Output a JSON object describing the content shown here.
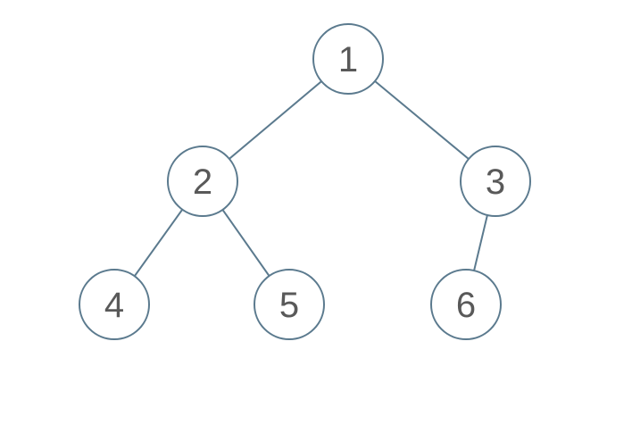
{
  "page": {
    "background": "#ffffff"
  },
  "tree": {
    "type": "binary-tree-diagram",
    "colors": {
      "stroke": "#5b7a8e",
      "node_fill": "#ffffff",
      "label_text": "#595959"
    },
    "nodes": [
      {
        "id": "1",
        "label": "1",
        "parent": null,
        "side": null
      },
      {
        "id": "2",
        "label": "2",
        "parent": "1",
        "side": "left"
      },
      {
        "id": "3",
        "label": "3",
        "parent": "1",
        "side": "right"
      },
      {
        "id": "4",
        "label": "4",
        "parent": "2",
        "side": "left"
      },
      {
        "id": "5",
        "label": "5",
        "parent": "2",
        "side": "right"
      },
      {
        "id": "6",
        "label": "6",
        "parent": "3",
        "side": "left"
      }
    ],
    "edges": [
      {
        "from": "1",
        "to": "2"
      },
      {
        "from": "1",
        "to": "3"
      },
      {
        "from": "2",
        "to": "4"
      },
      {
        "from": "2",
        "to": "5"
      },
      {
        "from": "3",
        "to": "6"
      }
    ]
  }
}
